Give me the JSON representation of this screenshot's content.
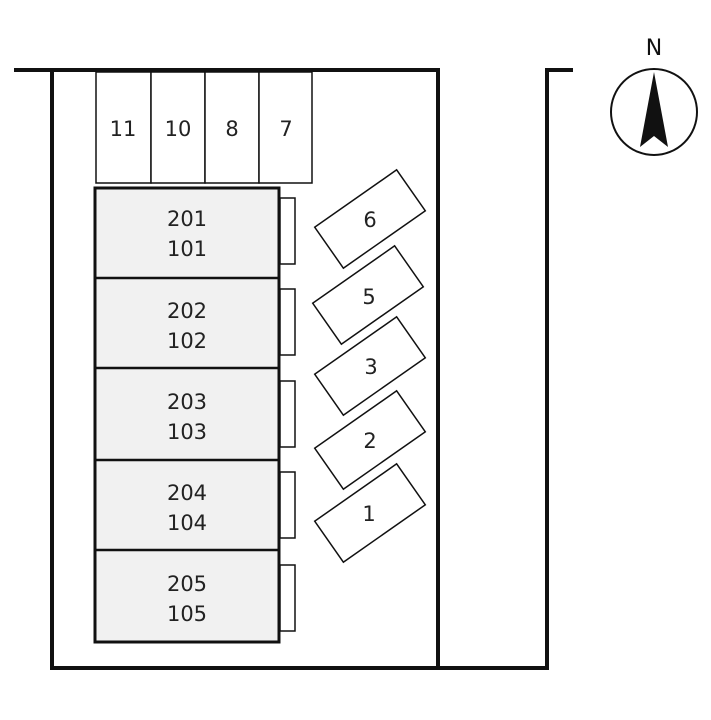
{
  "compass": {
    "label": "N"
  },
  "parking_top": [
    {
      "label": "11"
    },
    {
      "label": "10"
    },
    {
      "label": "8"
    },
    {
      "label": "7"
    }
  ],
  "units": [
    {
      "upper": "201",
      "lower": "101"
    },
    {
      "upper": "202",
      "lower": "102"
    },
    {
      "upper": "203",
      "lower": "103"
    },
    {
      "upper": "204",
      "lower": "104"
    },
    {
      "upper": "205",
      "lower": "105"
    }
  ],
  "parking_diagonal": [
    {
      "label": "6"
    },
    {
      "label": "5"
    },
    {
      "label": "3"
    },
    {
      "label": "2"
    },
    {
      "label": "1"
    }
  ],
  "colors": {
    "line": "#111111",
    "building_fill": "#f1f1f1",
    "background": "#ffffff"
  }
}
